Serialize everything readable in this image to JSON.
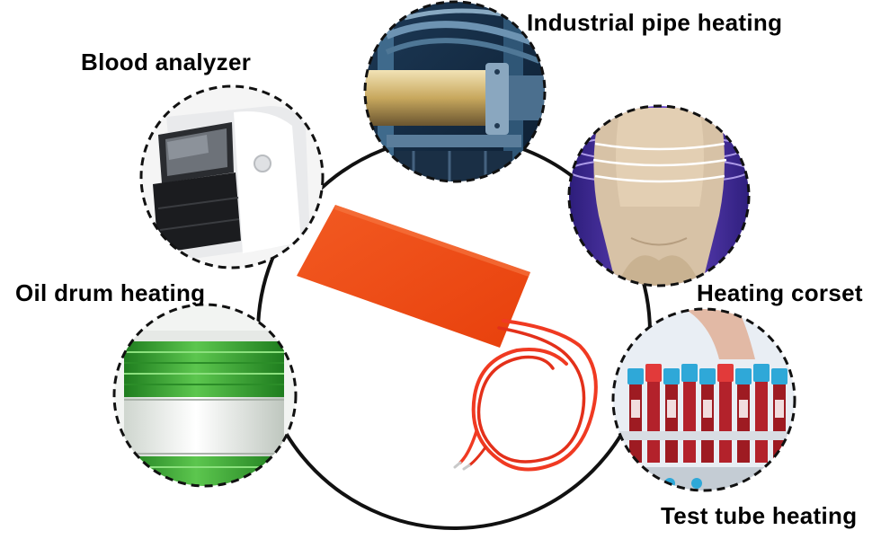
{
  "labels": {
    "blood_analyzer": "Blood analyzer",
    "industrial_pipe": "Industrial pipe heating",
    "heating_corset": "Heating corset",
    "oil_drum": "Oil drum heating",
    "test_tube": "Test tube heating"
  },
  "colors": {
    "heater_pad": "#f04a14",
    "wire": "#f03a22",
    "ring": "#111111",
    "drum_green": "#3aaa35"
  }
}
